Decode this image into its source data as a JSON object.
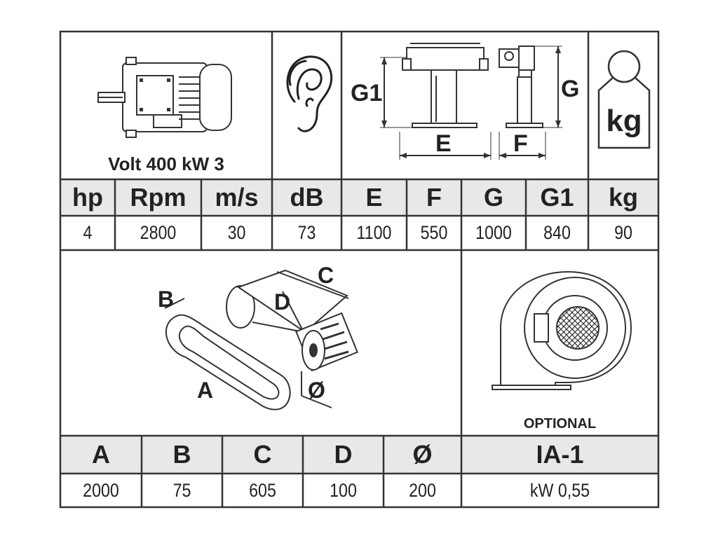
{
  "motor": {
    "caption": "Volt 400 kW 3",
    "icon": "electric-motor-icon"
  },
  "noise": {
    "icon": "ear-icon"
  },
  "dimensions_diagram": {
    "icon": "machine-dimensions-icon",
    "labels": {
      "g1": "G1",
      "g": "G",
      "e": "E",
      "f": "F"
    }
  },
  "weight": {
    "icon": "weight-icon",
    "label": "kg"
  },
  "specs_table": {
    "headers": [
      "hp",
      "Rpm",
      "m/s",
      "dB",
      "E",
      "F",
      "G",
      "G1",
      "kg"
    ],
    "values": [
      "4",
      "2800",
      "30",
      "73",
      "1100",
      "550",
      "1000",
      "840",
      "90"
    ]
  },
  "belt_diagram": {
    "icon": "belt-and-roller-icon",
    "labels": {
      "a": "A",
      "b": "B",
      "c": "C",
      "d": "D",
      "diameter": "Ø"
    }
  },
  "optional": {
    "icon": "centrifugal-fan-icon",
    "label": "OPTIONAL"
  },
  "belt_table": {
    "headers": [
      "A",
      "B",
      "C",
      "D",
      "Ø",
      "IA-1"
    ],
    "values": [
      "2000",
      "75",
      "605",
      "100",
      "200",
      "kW 0,55"
    ]
  },
  "colors": {
    "header_bg": "#e8e8e8",
    "line": "#333333",
    "text": "#222222"
  }
}
